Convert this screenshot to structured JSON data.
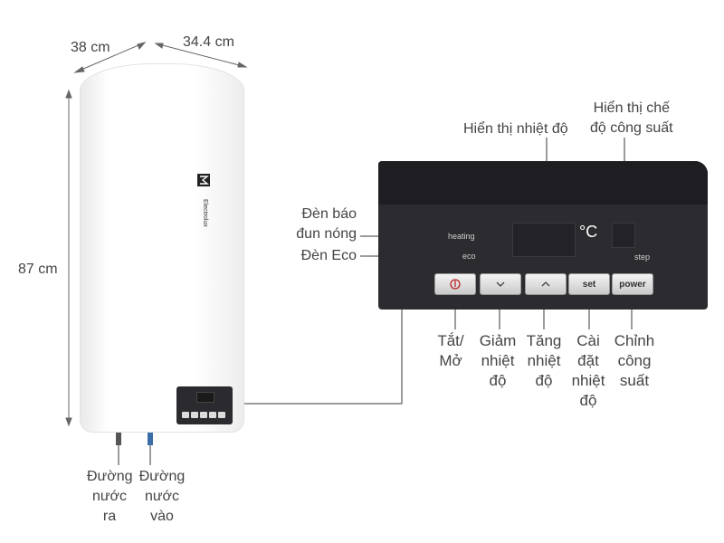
{
  "dimensions": {
    "depth": "38 cm",
    "width": "34.4 cm",
    "height": "87 cm"
  },
  "brand": "Electrolux",
  "display": {
    "unit": "°C",
    "heating": "heating",
    "eco": "eco",
    "step": "step"
  },
  "buttons": {
    "set": "set",
    "power": "power"
  },
  "callouts": {
    "temp_display": "Hiển thị nhiệt độ",
    "power_display_1": "Hiển thị chế",
    "power_display_2": "độ công suất",
    "heating_light_1": "Đèn báo",
    "heating_light_2": "đun nóng",
    "eco_light": "Đèn Eco"
  },
  "controls": {
    "on_off": [
      "Tắt/",
      "Mở"
    ],
    "decrease": [
      "Giảm",
      "nhiệt",
      "độ"
    ],
    "increase": [
      "Tăng",
      "nhiệt",
      "độ"
    ],
    "set_temp": [
      "Cài",
      "đặt",
      "nhiệt",
      "độ"
    ],
    "adjust_power": [
      "Chỉnh",
      "công",
      "suất"
    ]
  },
  "pipes": {
    "outlet": [
      "Đường",
      "nước",
      "ra"
    ],
    "inlet": [
      "Đường",
      "nước",
      "vào"
    ]
  },
  "colors": {
    "panel": "#2c2c30",
    "line": "#3a3a3a",
    "label": "#444444"
  }
}
